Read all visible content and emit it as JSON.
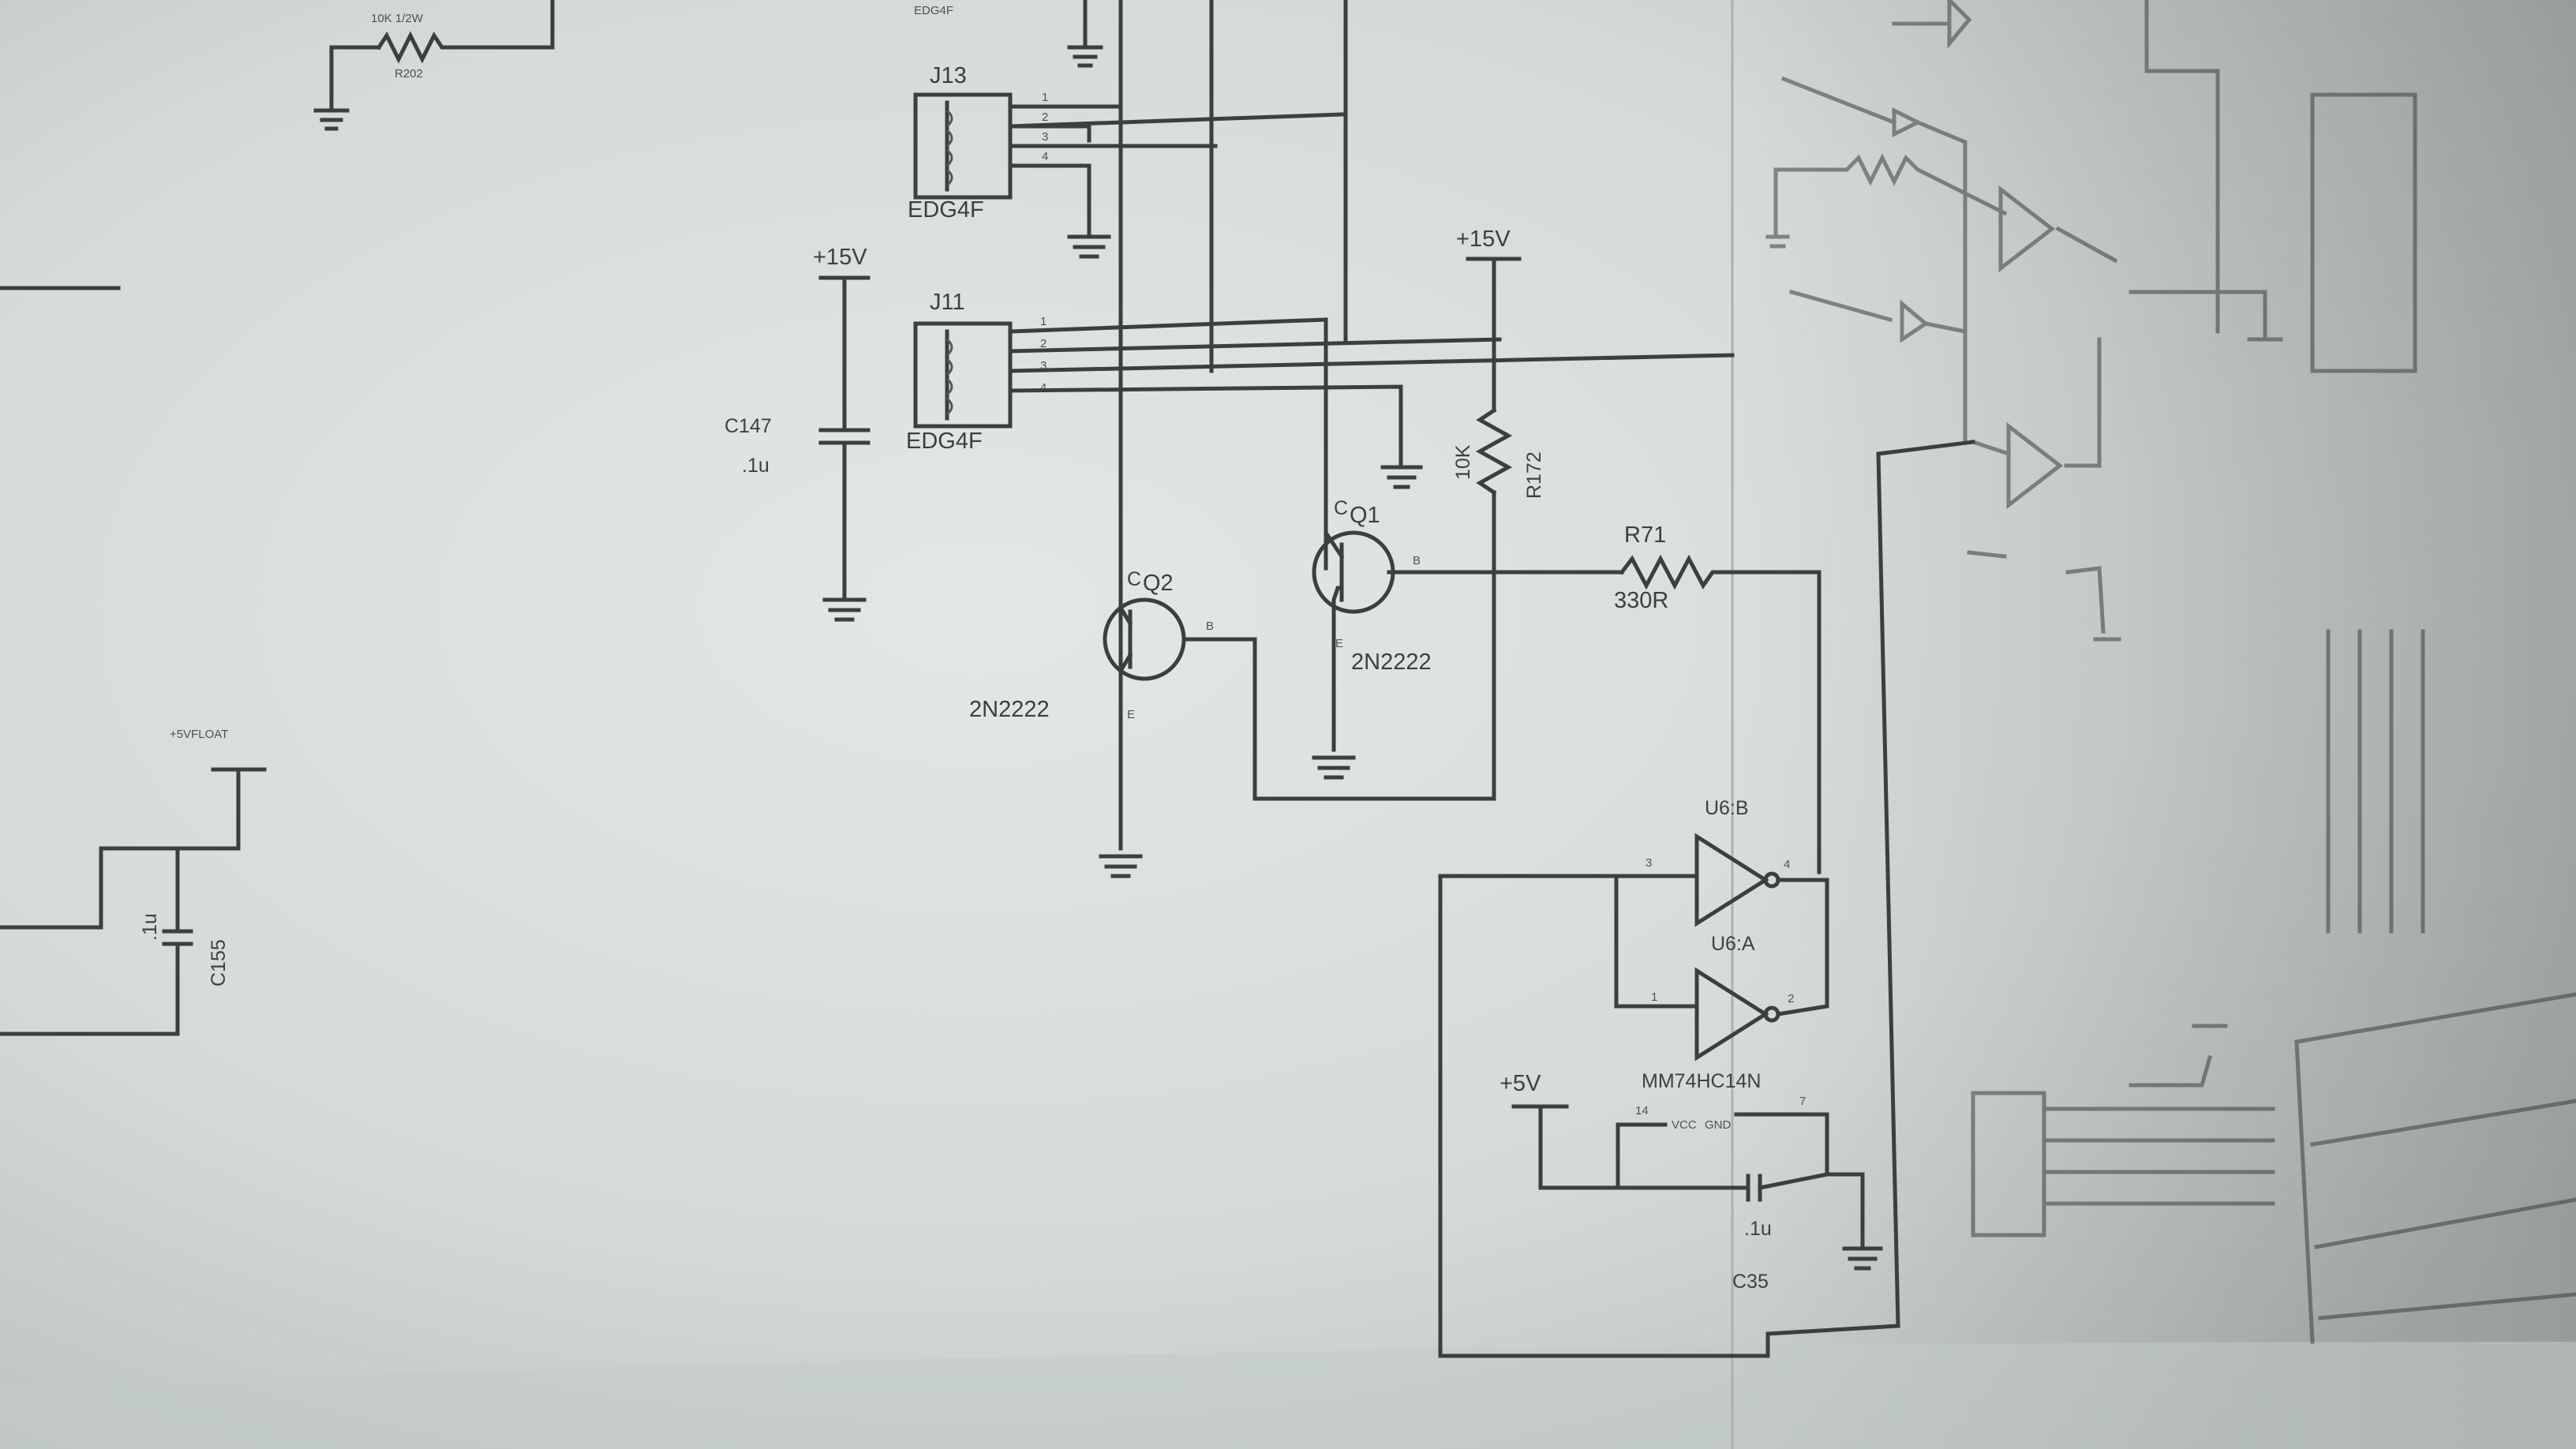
{
  "connectors": {
    "j13": {
      "ref": "J13",
      "part": "EDG4F"
    },
    "j11": {
      "ref": "J11",
      "part": "EDG4F"
    },
    "top": {
      "part": "EDG4F"
    },
    "pins": [
      "1",
      "2",
      "3",
      "4"
    ]
  },
  "power": {
    "p15v_left": "+15V",
    "p15v_right": "+15V",
    "p5v": "+5V",
    "p5vfloat": "+5VFLOAT"
  },
  "capacitors": {
    "c147": {
      "ref": "C147",
      "value": ".1u"
    },
    "c155": {
      "ref": "C155",
      "value": ".1u"
    },
    "c35": {
      "ref": "C35",
      "value": ".1u"
    }
  },
  "resistors": {
    "r172": {
      "ref": "R172",
      "value": "10K"
    },
    "r71": {
      "ref": "R71",
      "value": "330R"
    },
    "r202": {
      "ref": "R202",
      "value": "10K 1/2W"
    }
  },
  "transistors": {
    "q1": {
      "ref": "Q1",
      "part": "2N2222"
    },
    "q2": {
      "ref": "Q2",
      "part": "2N2222"
    },
    "pin_c": "C",
    "pin_b": "B",
    "pin_e": "E"
  },
  "ic": {
    "u6b": "U6:B",
    "u6a": "U6:A",
    "part": "MM74HC14N",
    "vcc": "VCC",
    "gnd": "GND",
    "pin_3": "3",
    "pin_4": "4",
    "pin_1": "1",
    "pin_2": "2",
    "pin_14": "14",
    "pin_7": "7"
  }
}
